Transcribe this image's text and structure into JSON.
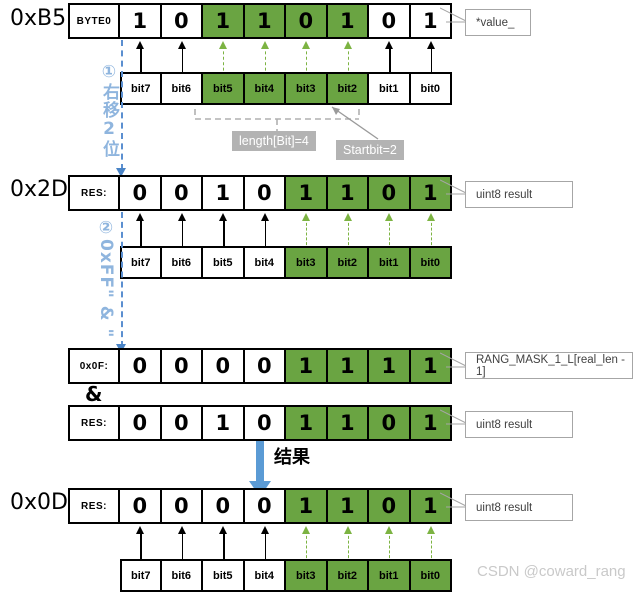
{
  "title": "Bit field extraction diagram (right shift then mask)",
  "watermark": "CSDN @coward_rang",
  "hex_labels": {
    "row1": "0xB5",
    "row2": "0x2D",
    "row5": "0x0D"
  },
  "steps": {
    "step1": "①右移2位",
    "step2": "②0xFF\" & \"",
    "result": "结果",
    "and_operator": "&"
  },
  "annotations": {
    "length": "length[Bit]=4",
    "startbit": "Startbit=2"
  },
  "callouts": {
    "value": "*value_",
    "uint8_result_1": "uint8 result",
    "rang_mask": "RANG_MASK_1_L[real_len - 1]",
    "uint8_result_2": "uint8 result",
    "uint8_result_3": "uint8 result"
  },
  "bit_names": [
    "bit7",
    "bit6",
    "bit5",
    "bit4",
    "bit3",
    "bit2",
    "bit1",
    "bit0"
  ],
  "rows": [
    {
      "id": "row-byte0",
      "tag": "BYTE0",
      "bits": [
        "1",
        "0",
        "1",
        "1",
        "0",
        "1",
        "0",
        "1"
      ],
      "highlight": [
        false,
        false,
        true,
        true,
        true,
        true,
        false,
        false
      ]
    },
    {
      "id": "row-res-shifted",
      "tag": "RES:",
      "bits": [
        "0",
        "0",
        "1",
        "0",
        "1",
        "1",
        "0",
        "1"
      ],
      "highlight": [
        false,
        false,
        false,
        false,
        true,
        true,
        true,
        true
      ]
    },
    {
      "id": "row-mask",
      "tag": "0x0F:",
      "bits": [
        "0",
        "0",
        "0",
        "0",
        "1",
        "1",
        "1",
        "1"
      ],
      "highlight": [
        false,
        false,
        false,
        false,
        true,
        true,
        true,
        true
      ]
    },
    {
      "id": "row-res-operand",
      "tag": "RES:",
      "bits": [
        "0",
        "0",
        "1",
        "0",
        "1",
        "1",
        "0",
        "1"
      ],
      "highlight": [
        false,
        false,
        false,
        false,
        true,
        true,
        true,
        true
      ]
    },
    {
      "id": "row-final",
      "tag": "RES:",
      "bits": [
        "0",
        "0",
        "0",
        "0",
        "1",
        "1",
        "0",
        "1"
      ],
      "highlight": [
        false,
        false,
        false,
        false,
        true,
        true,
        true,
        true
      ]
    }
  ],
  "bitname_rows": [
    {
      "id": "bitnames-1",
      "highlight": [
        false,
        false,
        true,
        true,
        true,
        true,
        false,
        false
      ]
    },
    {
      "id": "bitnames-2",
      "highlight": [
        false,
        false,
        false,
        false,
        true,
        true,
        true,
        true
      ]
    },
    {
      "id": "bitnames-3",
      "highlight": [
        false,
        false,
        false,
        false,
        true,
        true,
        true,
        true
      ]
    }
  ],
  "colors": {
    "green": "#6aa442",
    "green_arrow": "#7cb342",
    "blue": "#5b9bd5",
    "blue_light": "#8fb5de",
    "gray_chip": "#b3b3b3"
  }
}
